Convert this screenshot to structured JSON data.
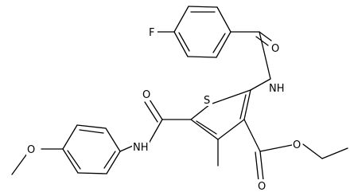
{
  "molecule": {
    "atom_labels": {
      "fluorine": "F",
      "amide_oxygen_top": "O",
      "amide_nh_top": "NH",
      "ring_sulfur": "S",
      "amide_oxygen_left": "O",
      "amide_nh_left": "NH",
      "methoxy_oxygen": "O",
      "ester_oxygen_single": "O",
      "ester_oxygen_double": "O"
    }
  }
}
